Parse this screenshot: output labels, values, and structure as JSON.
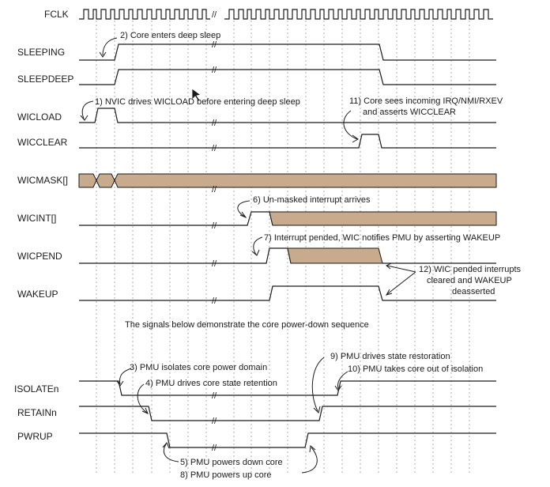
{
  "signals": {
    "fclk": "FCLK",
    "sleeping": "SLEEPING",
    "sleepdeep": "SLEEPDEEP",
    "wicload": "WICLOAD",
    "wicclear": "WICCLEAR",
    "wicmask": "WICMASK[]",
    "wicint": "WICINT[]",
    "wicpend": "WICPEND",
    "wakeup": "WAKEUP",
    "isolaten": "ISOLATEn",
    "retainn": "RETAINn",
    "pwrup": "PWRUP"
  },
  "annotations": {
    "a1": "1) NVIC drives WICLOAD before entering deep sleep",
    "a2": "2) Core enters deep sleep",
    "a3": "3) PMU isolates core power domain",
    "a4": "4) PMU drives core state retention",
    "a5": "5) PMU powers down core",
    "a6": "6) Un-masked interrupt arrives",
    "a7": "7) Interrupt pended, WIC notifies PMU by asserting WAKEUP",
    "a8": "8) PMU powers up core",
    "a9": "9) PMU drives state restoration",
    "a10": "10) PMU takes core out of isolation",
    "a11_line1": "11) Core sees incoming IRQ/NMI/RXEV",
    "a11_line2": "and asserts WICCLEAR",
    "a12_line1": "12) WIC pended interrupts",
    "a12_line2": "cleared and WAKEUP",
    "a12_line3": "deasserted"
  },
  "section_note": "The signals below demonstrate the core power-down sequence",
  "colors": {
    "bus_fill": "#c8ab8d",
    "line": "#1a1a1a",
    "grid": "#9a9a9a"
  }
}
